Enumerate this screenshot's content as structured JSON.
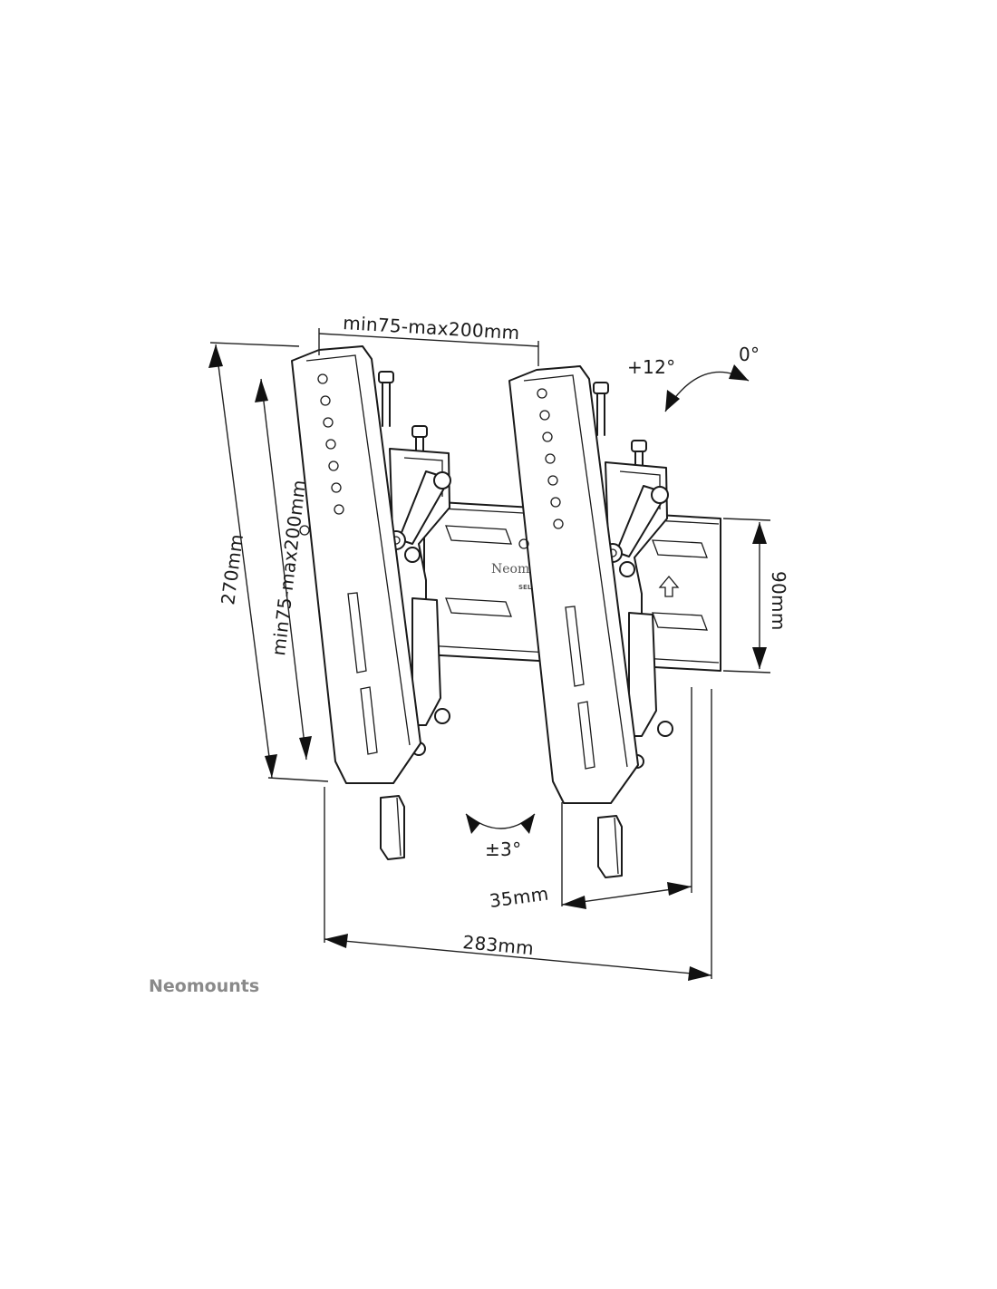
{
  "labels": {
    "top_width": "min75-max200mm",
    "tilt_up": "+12°",
    "tilt_zero": "0°",
    "outer_height": "270mm",
    "inner_height": "min75-max200mm",
    "plate_height": "90mm",
    "roll": "±3°",
    "depth": "35mm",
    "total_width": "283mm"
  },
  "plate_logo": "Neom",
  "plate_sub": "SELE",
  "brand": "Neomounts"
}
